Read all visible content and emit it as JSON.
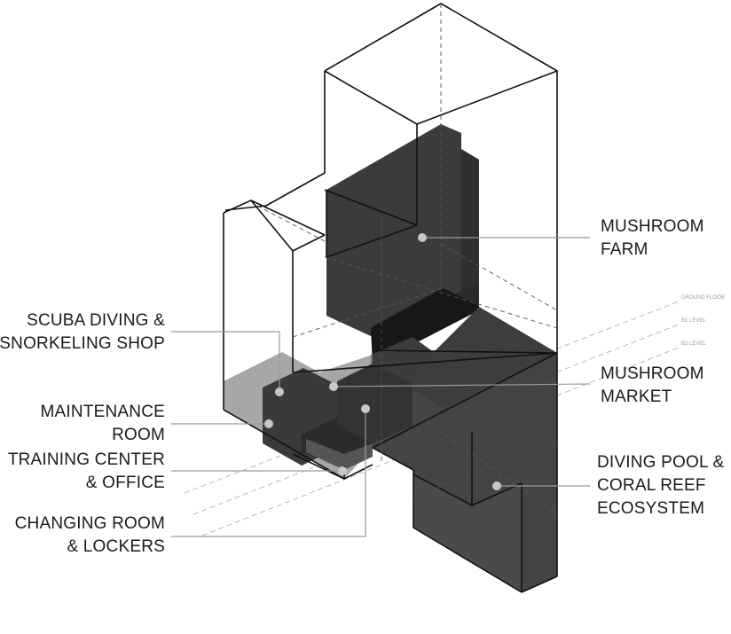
{
  "labels": {
    "mushroom_farm": "MUSHROOM\nFARM",
    "scuba_shop": "SCUBA DIVING &\nSNORKELING SHOP",
    "mushroom_market": "MUSHROOM\nMARKET",
    "maintenance_room": "MAINTENANCE\nROOM",
    "training_center": "TRAINING CENTER\n& OFFICE",
    "diving_pool": "DIVING POOL &\nCORAL REEF\nECOSYSTEM",
    "changing_room": "CHANGING ROOM\n& LOCKERS"
  },
  "levels": {
    "ground_floor": "GROUND FLOOR",
    "b1": "B1 LEVEL",
    "b2": "B2 LEVEL"
  },
  "colors": {
    "line": "#111111",
    "dark_volume": "#3a3a3a",
    "darker_volume": "#1e1e1e",
    "mid_volume": "#555555",
    "leader": "#9a9a9a",
    "dot": "#c8c8c8"
  }
}
